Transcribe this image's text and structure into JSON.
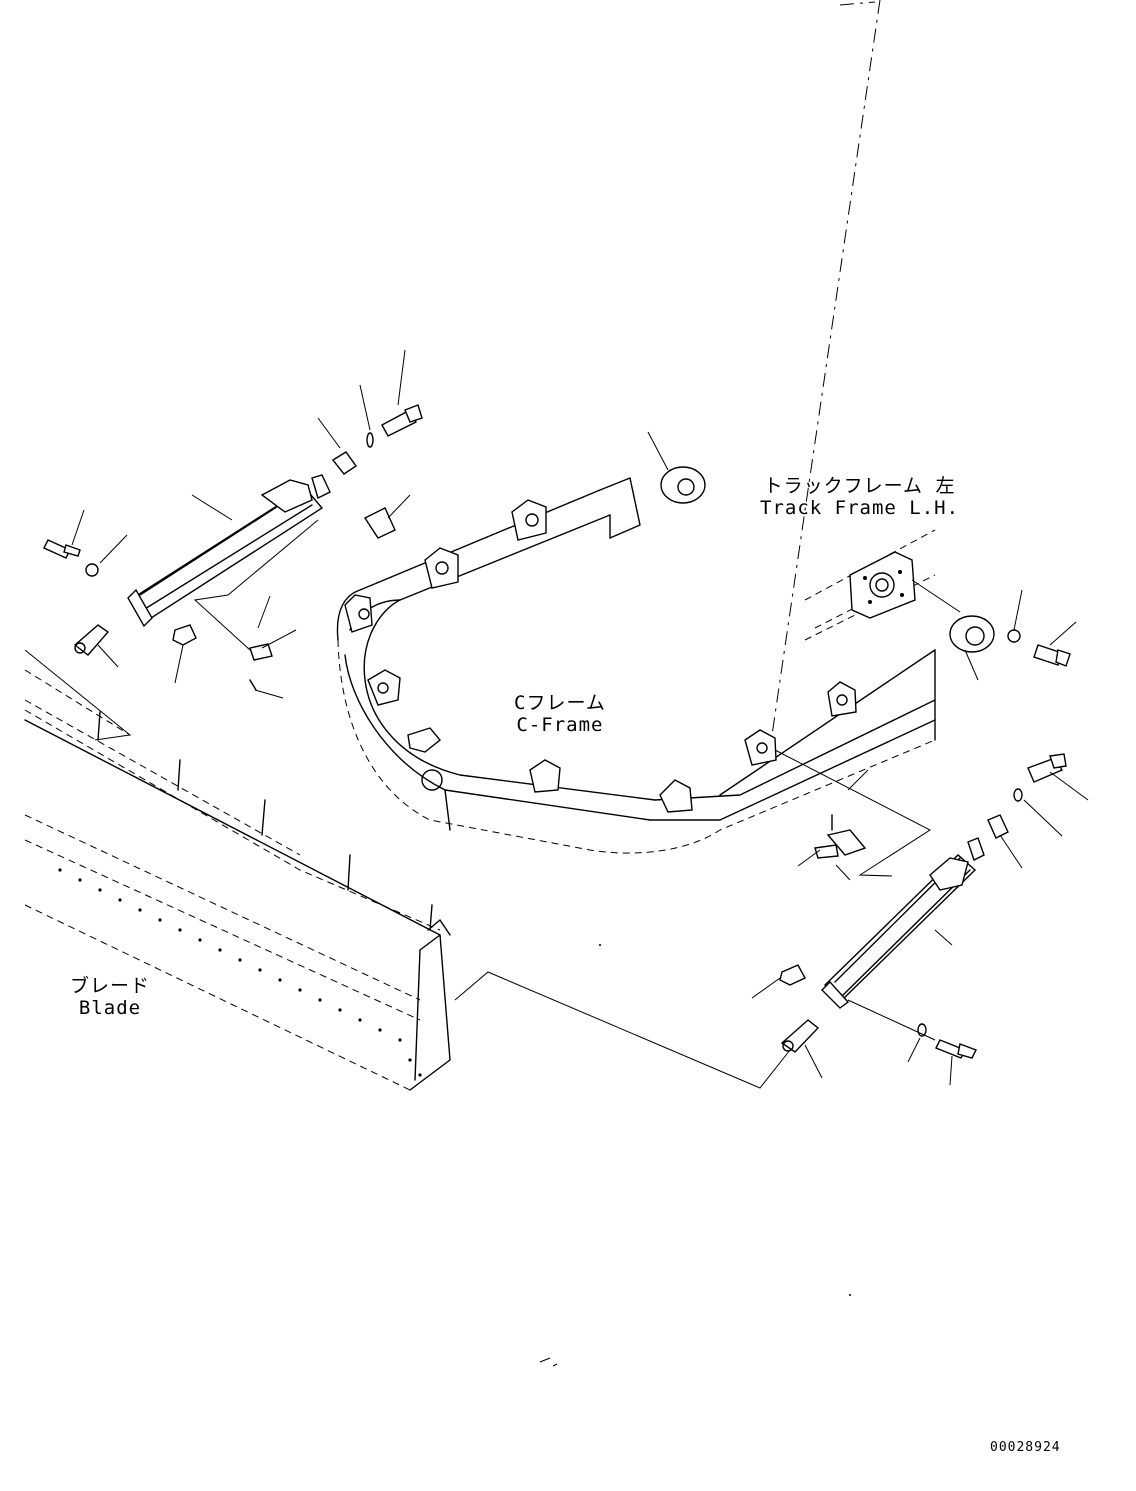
{
  "labels": {
    "track_frame": {
      "jp": "トラックフレーム 左",
      "en": "Track Frame L.H."
    },
    "c_frame": {
      "jp": "Cフレーム",
      "en": "C-Frame"
    },
    "blade": {
      "jp": "ブレード",
      "en": "Blade"
    }
  },
  "drawing_code": "00028924"
}
